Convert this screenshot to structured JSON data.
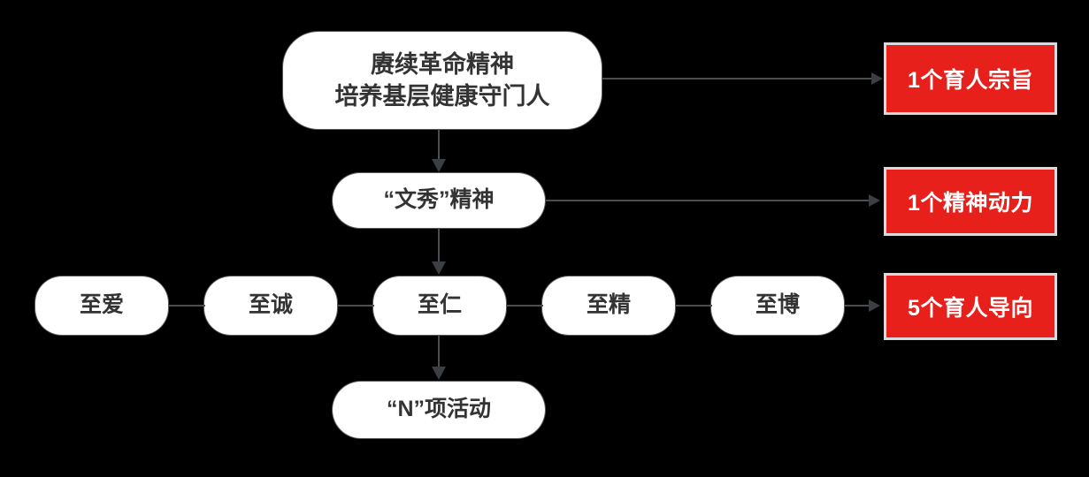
{
  "diagram": {
    "background_color": "#000000",
    "node_fill": "#ffffff",
    "node_text_color": "#333333",
    "accent_color": "#e8201c",
    "connector_color": "#4a4d52",
    "nodes": {
      "top": {
        "line1": "赓续革命精神",
        "line2": "培养基层健康守门人"
      },
      "spirit": "“文秀”精神",
      "activities": "“N”项活动",
      "orientations": [
        {
          "label": "至爱"
        },
        {
          "label": "至诚"
        },
        {
          "label": "至仁"
        },
        {
          "label": "至精"
        },
        {
          "label": "至博"
        }
      ]
    },
    "callouts": [
      {
        "label": "1个育人宗旨"
      },
      {
        "label": "1个精神动力"
      },
      {
        "label": "5个育人导向"
      }
    ]
  }
}
